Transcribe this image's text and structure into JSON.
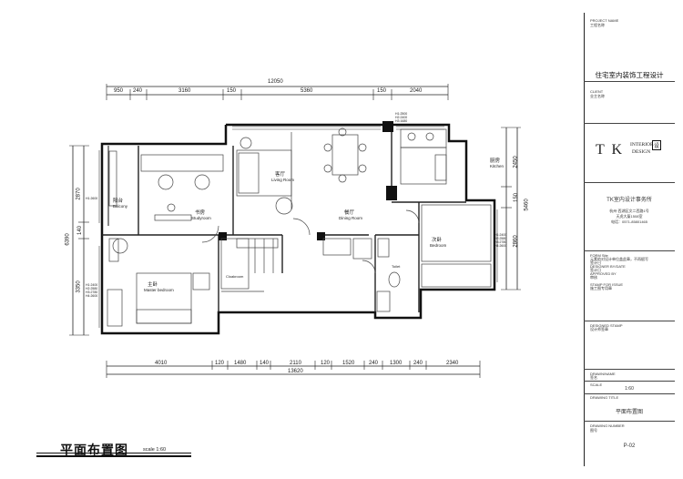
{
  "plan": {
    "title": "平面布置图",
    "scale": "scale 1:60",
    "overall_top": "12050",
    "top_dims": [
      "950",
      "240",
      "3160",
      "150",
      "5360",
      "150",
      "2040"
    ],
    "overall_bottom": "13620",
    "bottom_dims": [
      "4010",
      "120",
      "1480",
      "140",
      "2110",
      "120",
      "1520",
      "240",
      "1300",
      "240",
      "2340"
    ],
    "left_dims": [
      "2870",
      "140",
      "3350"
    ],
    "left_overall": "6390",
    "right_dims": [
      "2450",
      "150",
      "2860"
    ],
    "right_overall": "5460",
    "rooms": [
      {
        "cn": "客厅",
        "en": "Living Room"
      },
      {
        "cn": "餐厅",
        "en": "Dining Room"
      },
      {
        "cn": "厨房",
        "en": "Kitchen"
      },
      {
        "cn": "书房",
        "en": "Studyroom"
      },
      {
        "cn": "阳台",
        "en": "Balcony"
      },
      {
        "cn": "主卧",
        "en": "Master bedroom"
      },
      {
        "cn": "次卧",
        "en": "Bedroom"
      },
      {
        "cn": "",
        "en": "Cloakroom"
      },
      {
        "cn": "",
        "en": "Toilet"
      }
    ],
    "height_notes": {
      "top": [
        "H1:2500",
        "H2:2400",
        "H3:1680"
      ],
      "left_upper": [
        "H1:2600"
      ],
      "left_lower": [
        "H1:2400",
        "H2:2580",
        "H3:2780",
        "H4:2600"
      ],
      "right": [
        "H1:2400",
        "H2:2580",
        "H3:2780",
        "H4:2600"
      ]
    }
  },
  "title_block": {
    "project_name_label": "PROJECT NAME",
    "project_name_value": "工程名称",
    "project_title": "住宅室内装饰工程设计",
    "client_label": "CLIENT",
    "client_value": "业主名称",
    "logo_letters": "T K",
    "logo_text1": "INTERIOR",
    "logo_text2": "DESIGN",
    "logo_mark": "设",
    "studio_name": "TK室内设计事务所",
    "studio_addr1": "杭州·西湖区文二西路1号",
    "studio_addr2": "天虎大厦1508室",
    "studio_tel": "电话：0571-85801465",
    "form_label": "FORM Site",
    "form_lines": [
      "元素的对设计单位盖此章，不再赋写",
      "签计日"
    ],
    "designer_label": "DESIGNER BY/DATE",
    "designer_value": "签计日",
    "approved_label": "APPROVED BY",
    "approved_value": "审核",
    "stamp_label": "STAMP FOR ISSUE",
    "stamp_value": "施工图专用章",
    "design_stamp_label": "DESIGNED STAMP",
    "design_stamp_value": "设计师签章",
    "drawn_label": "DRAWN/NAME",
    "drawn_value": "签名",
    "scale_label": "SCALE",
    "scale_value": "1:60",
    "drawing_title_label": "DRAWING TITLE",
    "drawing_title_value": "平面布置图",
    "drawing_number_label": "DRAWING NUMBER",
    "drawing_number_value": "图号",
    "page_number": "P-02"
  }
}
